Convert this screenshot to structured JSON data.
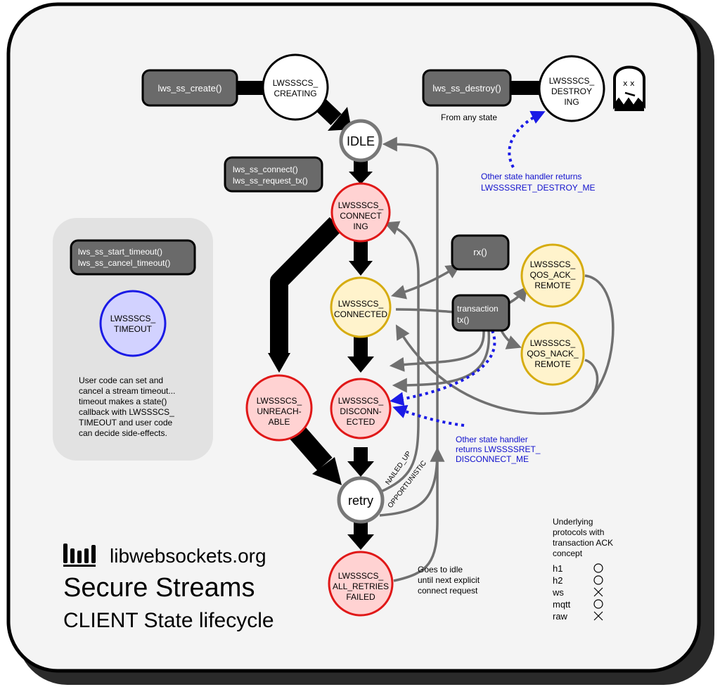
{
  "brand": {
    "site": "libwebsockets.org"
  },
  "title": {
    "line1": "Secure Streams",
    "line2": "CLIENT State lifecycle"
  },
  "functions": {
    "create": "lws_ss_create()",
    "destroy": "lws_ss_destroy()",
    "connect": [
      "lws_ss_connect()",
      "lws_ss_request_tx()"
    ],
    "timeout": [
      "lws_ss_start_timeout()",
      "lws_ss_cancel_timeout()"
    ],
    "rx": "rx()",
    "transaction": [
      "transaction",
      "tx()"
    ]
  },
  "states": {
    "creating": [
      "LWSSSCS_",
      "CREATING"
    ],
    "destroying": [
      "LWSSSCS_",
      "DESTROY",
      "ING"
    ],
    "idle": "IDLE",
    "connecting": [
      "LWSSSCS_",
      "CONNECT",
      "ING"
    ],
    "connected": [
      "LWSSSCS_",
      "CONNECTED"
    ],
    "unreachable": [
      "LWSSSCS_",
      "UNREACH-",
      "ABLE"
    ],
    "disconnected": [
      "LWSSSCS_",
      "DISCONN-",
      "ECTED"
    ],
    "retry": "retry",
    "all_retries_failed": [
      "LWSSSCS_",
      "ALL_RETRIES",
      "FAILED"
    ],
    "timeout": [
      "LWSSSCS_",
      "TIMEOUT"
    ],
    "qos_ack": [
      "LWSSSCS_",
      "QOS_ACK_",
      "REMOTE"
    ],
    "qos_nack": [
      "LWSSSCS_",
      "QOS_NACK_",
      "REMOTE"
    ]
  },
  "notes": {
    "from_any_state": "From any state",
    "destroy_me": [
      "Other state handler returns",
      "LWSSSSRET_DESTROY_ME"
    ],
    "disconnect_me": [
      "Other state handler",
      "returns LWSSSSRET_",
      "DISCONNECT_ME"
    ],
    "timeout_desc": [
      "User code can set and",
      "cancel a stream timeout...",
      "timeout makes a state()",
      "callback with LWSSSCS_",
      "TIMEOUT and user code",
      "can decide side-effects."
    ],
    "goes_to_idle": [
      "Goes to idle",
      "until next explicit",
      "connect request"
    ],
    "nailed_up": "NAILED_UP",
    "opportunistic": "OPPORTUNISTIC"
  },
  "protocols": {
    "heading": [
      "Underlying",
      "protocols with",
      "transaction ACK",
      "concept"
    ],
    "rows": [
      {
        "name": "h1",
        "ack": true
      },
      {
        "name": "h2",
        "ack": true
      },
      {
        "name": "ws",
        "ack": false
      },
      {
        "name": "mqtt",
        "ack": true
      },
      {
        "name": "raw",
        "ack": false
      }
    ]
  },
  "colors": {
    "frame_bg": "#f4f4f4",
    "panel_bg": "#e2e2e2",
    "func_box": "#6a6a6a",
    "red_fill": "#ffd2d2",
    "red_stroke": "#e01818",
    "yellow_fill": "#fff3cc",
    "yellow_stroke": "#d6ac10",
    "blue_fill": "#d2d2ff",
    "blue_stroke": "#1a1ae6",
    "gray_arrow": "#707070",
    "blue_text": "#1010cc"
  }
}
